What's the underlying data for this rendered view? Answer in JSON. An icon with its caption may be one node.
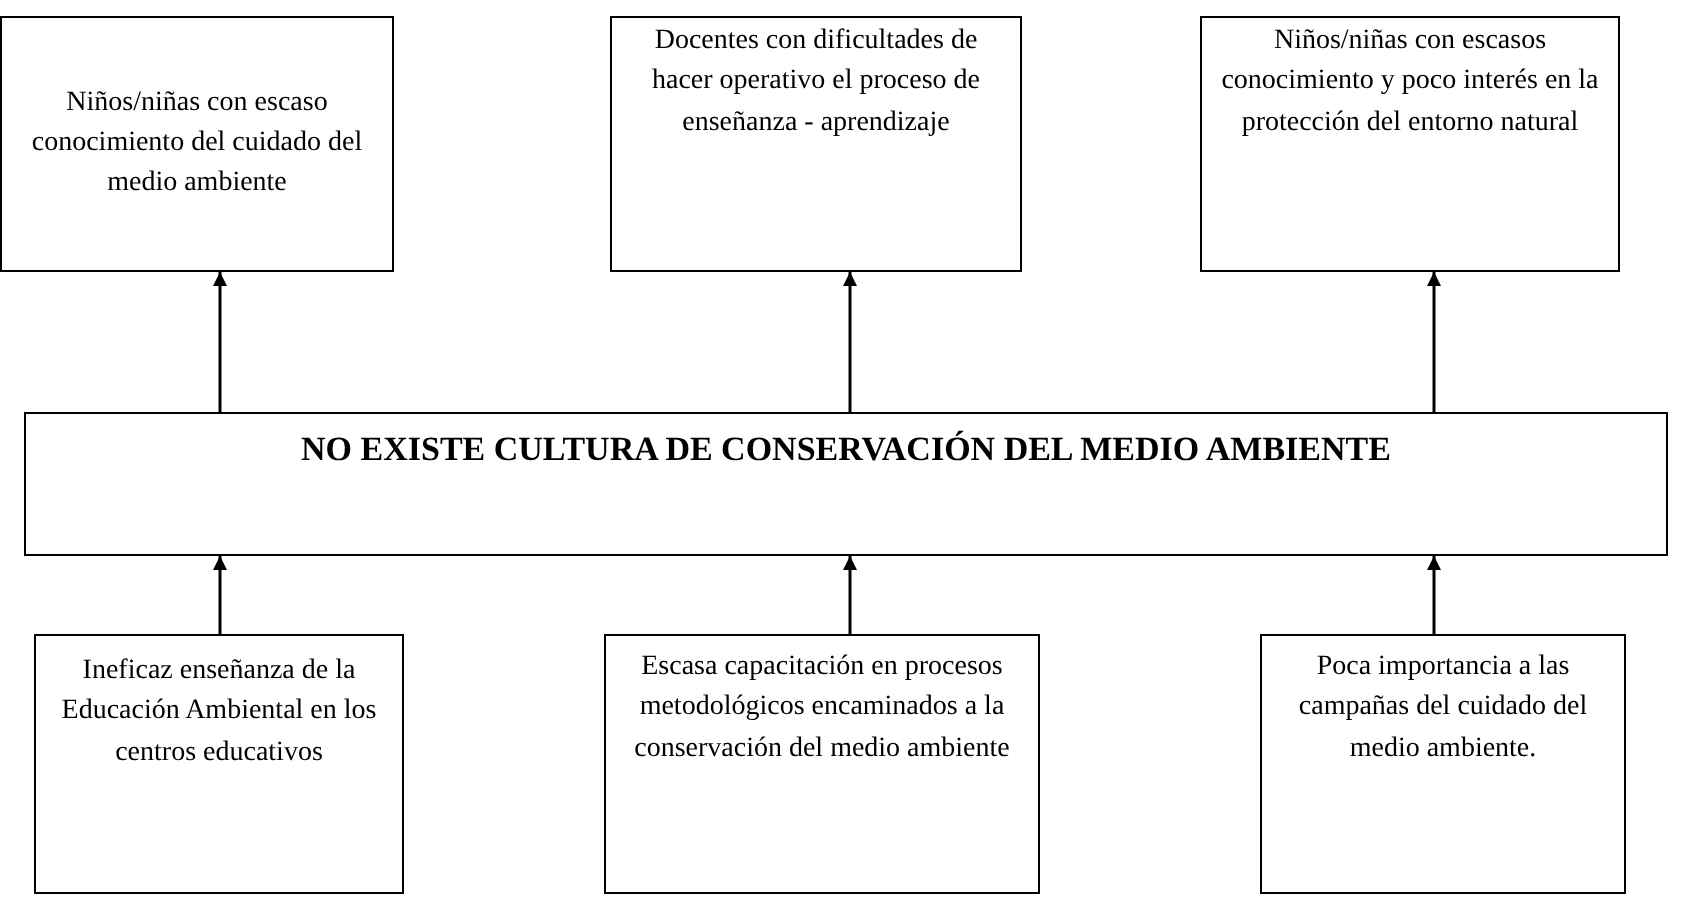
{
  "diagram": {
    "nodes": [
      {
        "text": [
          "Niños/niñas con escaso conocimiento del cuidado del medio ambiente"
        ]
      },
      {
        "text": [
          "Docentes con dificultades de hacer operativo el proceso de enseñanza - aprendizaje"
        ]
      },
      {
        "text": [
          "Niños/niñas con escasos conocimiento y poco interés en la protección del entorno natural"
        ]
      },
      {
        "text": [
          "NO EXISTE CULTURA DE CONSERVACIÓN DEL MEDIO AMBIENTE"
        ]
      },
      {
        "text": [
          "Ineficaz enseñanza de la Educación Ambiental en los centros educativos"
        ]
      },
      {
        "text": [
          "Escasa capacitación en procesos metodológicos encaminados a la conservación del medio ambiente"
        ]
      },
      {
        "text": [
          "Poca importancia a las campañas del cuidado del medio ambiente."
        ]
      }
    ],
    "edges": [
      {
        "from": 3,
        "to": 0,
        "arrow": "to"
      },
      {
        "from": 3,
        "to": 1,
        "arrow": "to"
      },
      {
        "from": 3,
        "to": 2,
        "arrow": "to"
      },
      {
        "from": 4,
        "to": 3,
        "arrow": "to"
      },
      {
        "from": 5,
        "to": 3,
        "arrow": "to"
      },
      {
        "from": 6,
        "to": 3,
        "arrow": "to"
      }
    ]
  }
}
